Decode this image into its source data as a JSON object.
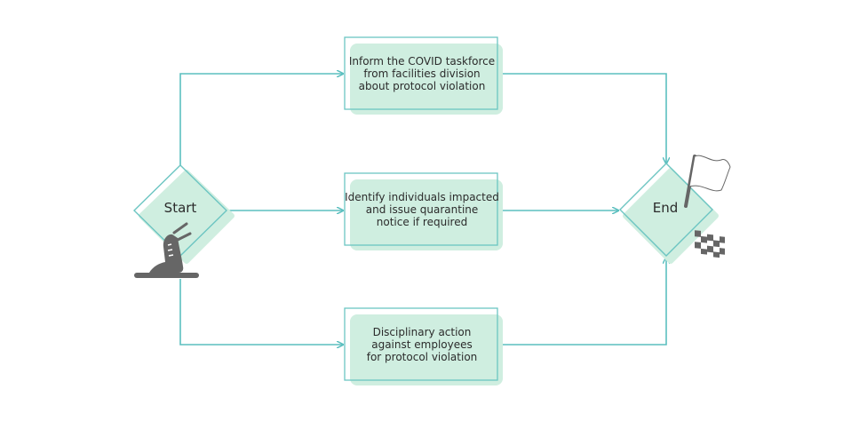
{
  "colors": {
    "line": "#5bbfbf",
    "fill": "#cfeee0",
    "box_border": "#6cc5c2",
    "icon": "#666666",
    "text": "#2b2b2b"
  },
  "start": {
    "label": "Start",
    "icon": "running-shoe-icon"
  },
  "end": {
    "label": "End",
    "icon": "checkered-flag-icon"
  },
  "steps": [
    {
      "label_lines": [
        "Inform the COVID taskforce",
        "from facilities division",
        "about protocol violation"
      ]
    },
    {
      "label_lines": [
        "Identify individuals impacted",
        "and issue quarantine",
        "notice if required"
      ]
    },
    {
      "label_lines": [
        "Disciplinary action",
        "against employees",
        "for protocol violation"
      ]
    }
  ]
}
